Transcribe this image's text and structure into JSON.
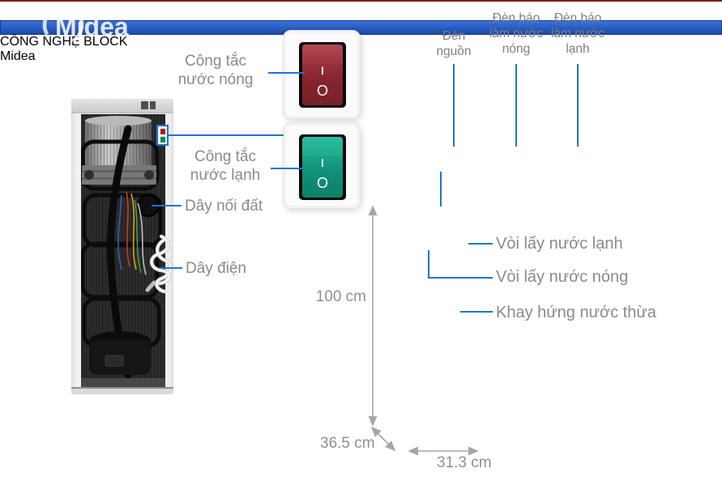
{
  "figure": {
    "description_bg": "#ffffff"
  },
  "colors": {
    "callout_blue": "#1e73d2",
    "label_gray": "#8a8a8a",
    "dimension_gray": "#a6a6a6",
    "hot_switch_red": "#86242e",
    "cold_switch_green": "#109079",
    "power_led_orange": "#f08c00",
    "led_off_gray": "#55585a",
    "control_panel_gray": "#aab0b3",
    "hot_tap_red": "#c9302a",
    "cold_tap_blue": "#2a5fc4"
  },
  "back_view": {
    "hot_switch_label": {
      "line1": "Công tắc",
      "line2": "nước nóng"
    },
    "cold_switch_label": {
      "line1": "Công tắc",
      "line2": "nước lạnh"
    },
    "ground_wire_label": "Dây nối đất",
    "power_cord_label": "Dây điện"
  },
  "switches": {
    "hot": {
      "on_label": "I",
      "off_label": "O"
    },
    "cold": {
      "on_label": "I",
      "off_label": "O"
    }
  },
  "control_panel": {
    "brand": "Midea",
    "power_label": {
      "line1": "Đèn",
      "line2": "nguồn"
    },
    "hot_label": {
      "line1": "Đèn báo",
      "line2": "làm nước",
      "line3": "nóng"
    },
    "cold_label": {
      "line1": "Đèn báo",
      "line2": "làm nước",
      "line3": "lạnh"
    }
  },
  "front_view": {
    "brand": "Midea",
    "poster_title": "CÔNG NGHỆ BLOCK",
    "cold_tap_label": "Vòi lấy nước lạnh",
    "hot_tap_label": "Vòi lấy nước nóng",
    "drip_tray_label": "Khay hứng nước thừa"
  },
  "dimensions": {
    "height": "100 cm",
    "depth": "36.5 cm",
    "width": "31.3 cm"
  }
}
